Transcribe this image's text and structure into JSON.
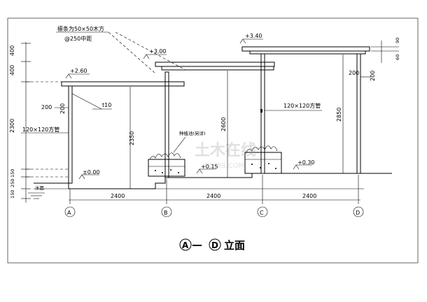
{
  "annotations": {
    "purlin": "檩条为50×50木方",
    "spacing": "@250中距",
    "beam_thk": "t10",
    "post_left": "120×120方管",
    "post_right": "120×120方管",
    "planter": "种植池(另详)",
    "water": "水面"
  },
  "elevations": {
    "a": "+2.60",
    "b": "+3.00",
    "c": "+3.40",
    "g0": "±0.00",
    "g1": "+0.15",
    "g2": "+0.30"
  },
  "dims": {
    "left_400a": "400",
    "left_400b": "400",
    "left_2300": "2300",
    "left_150": "150",
    "left_250": "250",
    "left_150b": "150",
    "span_ab": "2400",
    "span_bc": "2400",
    "span_cd": "2400",
    "h_2350": "2350",
    "h_2600": "2600",
    "h_2850": "2850",
    "r_90": "90",
    "r_60": "60",
    "d200_a": "200",
    "d200_b": "200",
    "d200_c": "200",
    "d200_d": "200"
  },
  "axes": {
    "a": "A",
    "b": "B",
    "c": "C",
    "d": "D"
  },
  "title": {
    "from": "A",
    "dash": "—",
    "to": "D",
    "text": "立面"
  },
  "watermark": {
    "main": "土木在线",
    "sub": "COI88.COM"
  }
}
